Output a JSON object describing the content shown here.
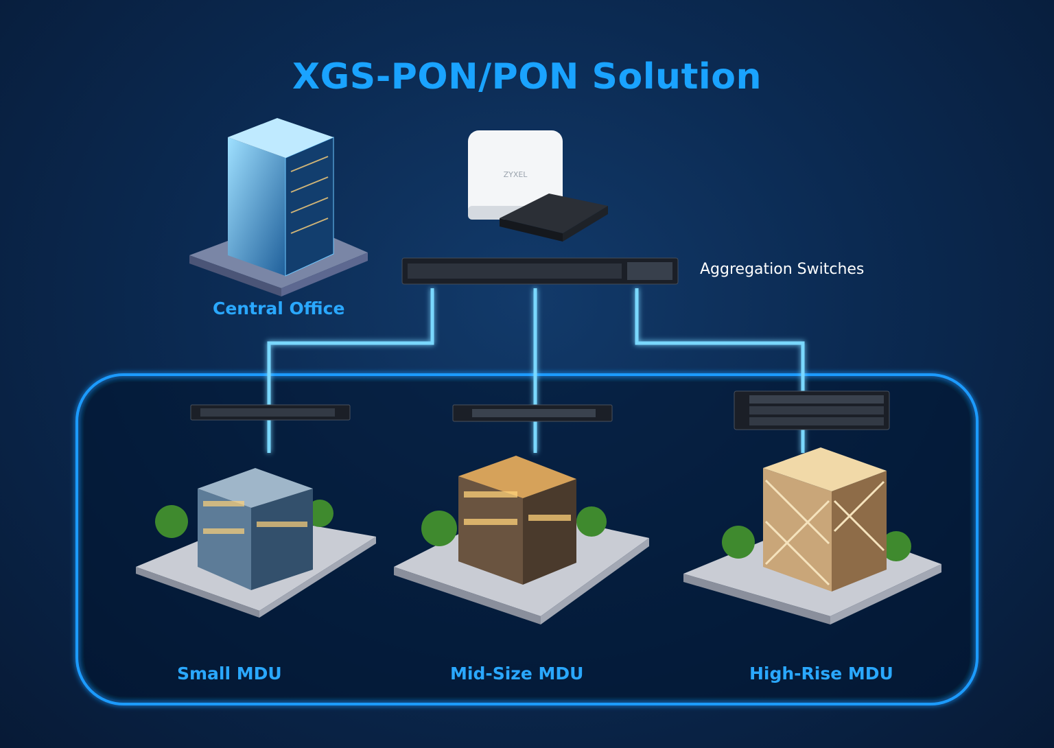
{
  "title": "XGS-PON/PON Solution",
  "nodes": {
    "central_office": "Central Office",
    "aggregation": "Aggregation Switches",
    "ont_brand": "ZYXEL",
    "small_mdu": "Small MDU",
    "mid_mdu": "Mid-Size MDU",
    "highrise_mdu": "High-Rise MDU"
  },
  "colors": {
    "accent": "#1aa3ff",
    "link": "#6fd3ff",
    "background": "#0b2a52"
  }
}
